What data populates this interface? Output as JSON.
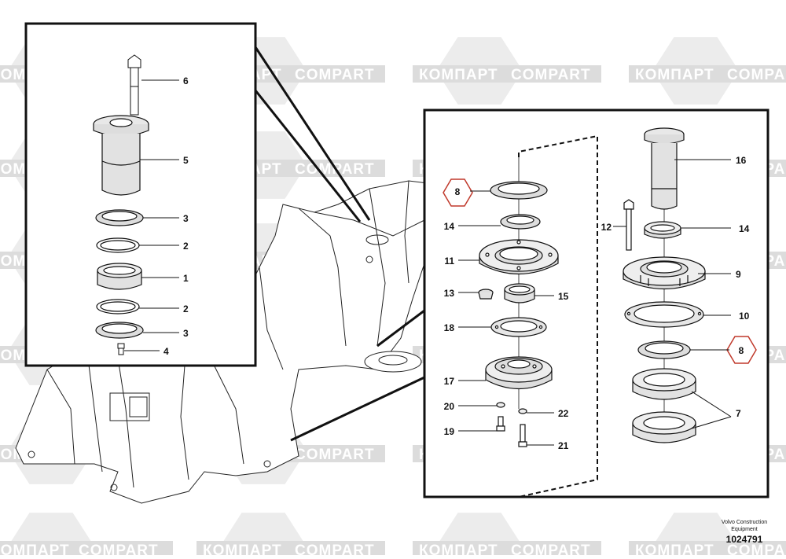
{
  "watermark": {
    "left_text": "КОМПАРТ",
    "right_text": "COMPART"
  },
  "labels_left": [
    "6",
    "5",
    "3",
    "2",
    "1",
    "2",
    "3",
    "4"
  ],
  "labels_right_a": [
    "8",
    "14",
    "11",
    "13",
    "15",
    "18",
    "17",
    "20",
    "22",
    "19",
    "21"
  ],
  "labels_right_b": [
    "16",
    "12",
    "14",
    "9",
    "10",
    "8",
    "7"
  ],
  "footer": {
    "brand_line1": "Volvo Construction",
    "brand_line2": "Equipment",
    "doc_number": "1024791"
  },
  "colors": {
    "highlight": "#c0392b",
    "watermark": "#dcdcdc",
    "line": "#111111"
  }
}
